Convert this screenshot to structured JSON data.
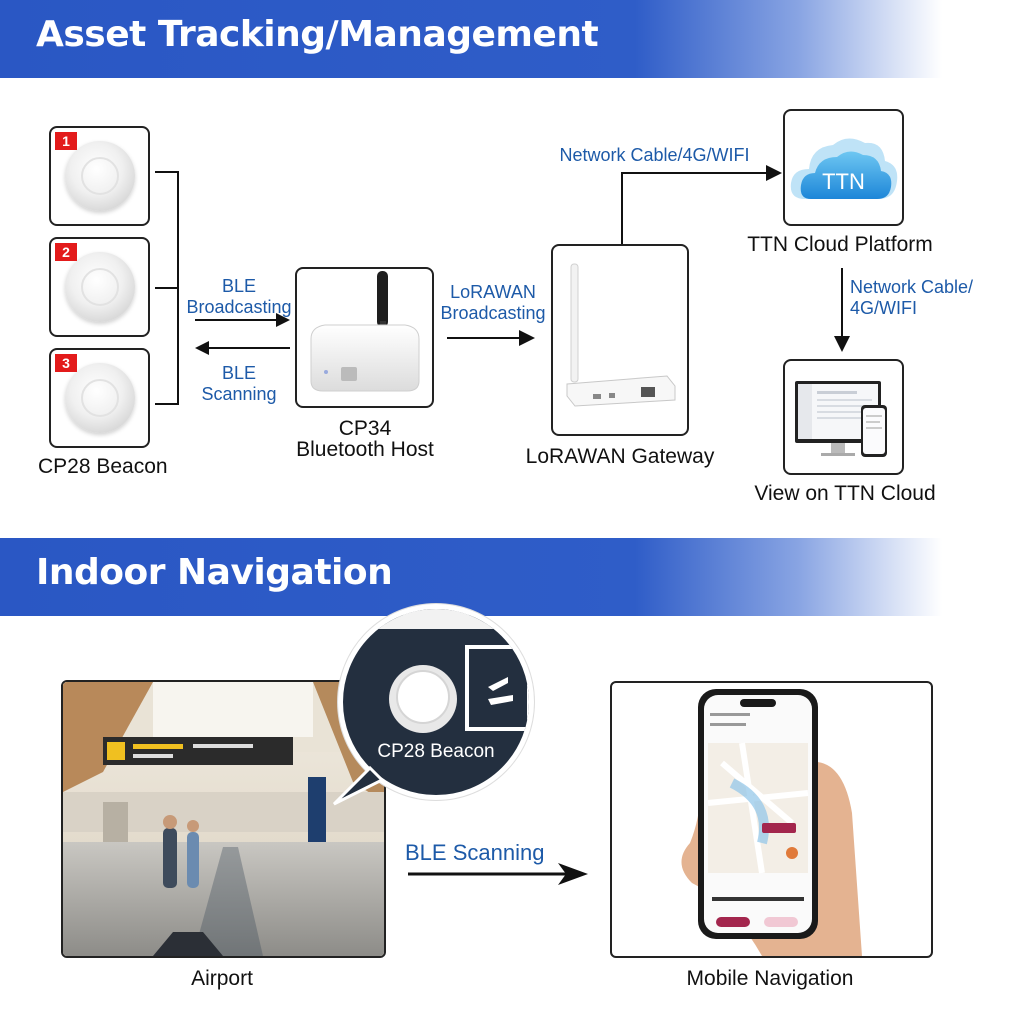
{
  "sections": {
    "asset_tracking": {
      "title": "Asset Tracking/Management"
    },
    "indoor_navigation": {
      "title": "Indoor Navigation"
    }
  },
  "beacons": {
    "badges": [
      "1",
      "2",
      "3"
    ],
    "caption": "CP28 Beacon"
  },
  "links": {
    "ble_broadcasting": "BLE\nBroadcasting",
    "ble_scanning": "BLE\nScanning",
    "lorawan_broadcasting": "LoRAWAN\nBroadcasting",
    "network_to_cloud": "Network Cable/4G/WIFI",
    "network_to_view": "Network Cable/\n4G/WIFI",
    "ble_scanning_nav": "BLE Scanning"
  },
  "host": {
    "line1": "CP34",
    "line2": "Bluetooth Host"
  },
  "gateway": {
    "caption": "LoRAWAN Gateway"
  },
  "cloud": {
    "logo_text": "TTN",
    "caption": "TTN Cloud Platform"
  },
  "view": {
    "caption": "View on TTN Cloud"
  },
  "navigation": {
    "beacon_callout": "CP28 Beacon",
    "airport_caption": "Airport",
    "mobile_caption": "Mobile Navigation"
  },
  "colors": {
    "banner": "#2f5dc8",
    "accent_text": "#1d5aa8",
    "badge": "#e31b1b"
  }
}
